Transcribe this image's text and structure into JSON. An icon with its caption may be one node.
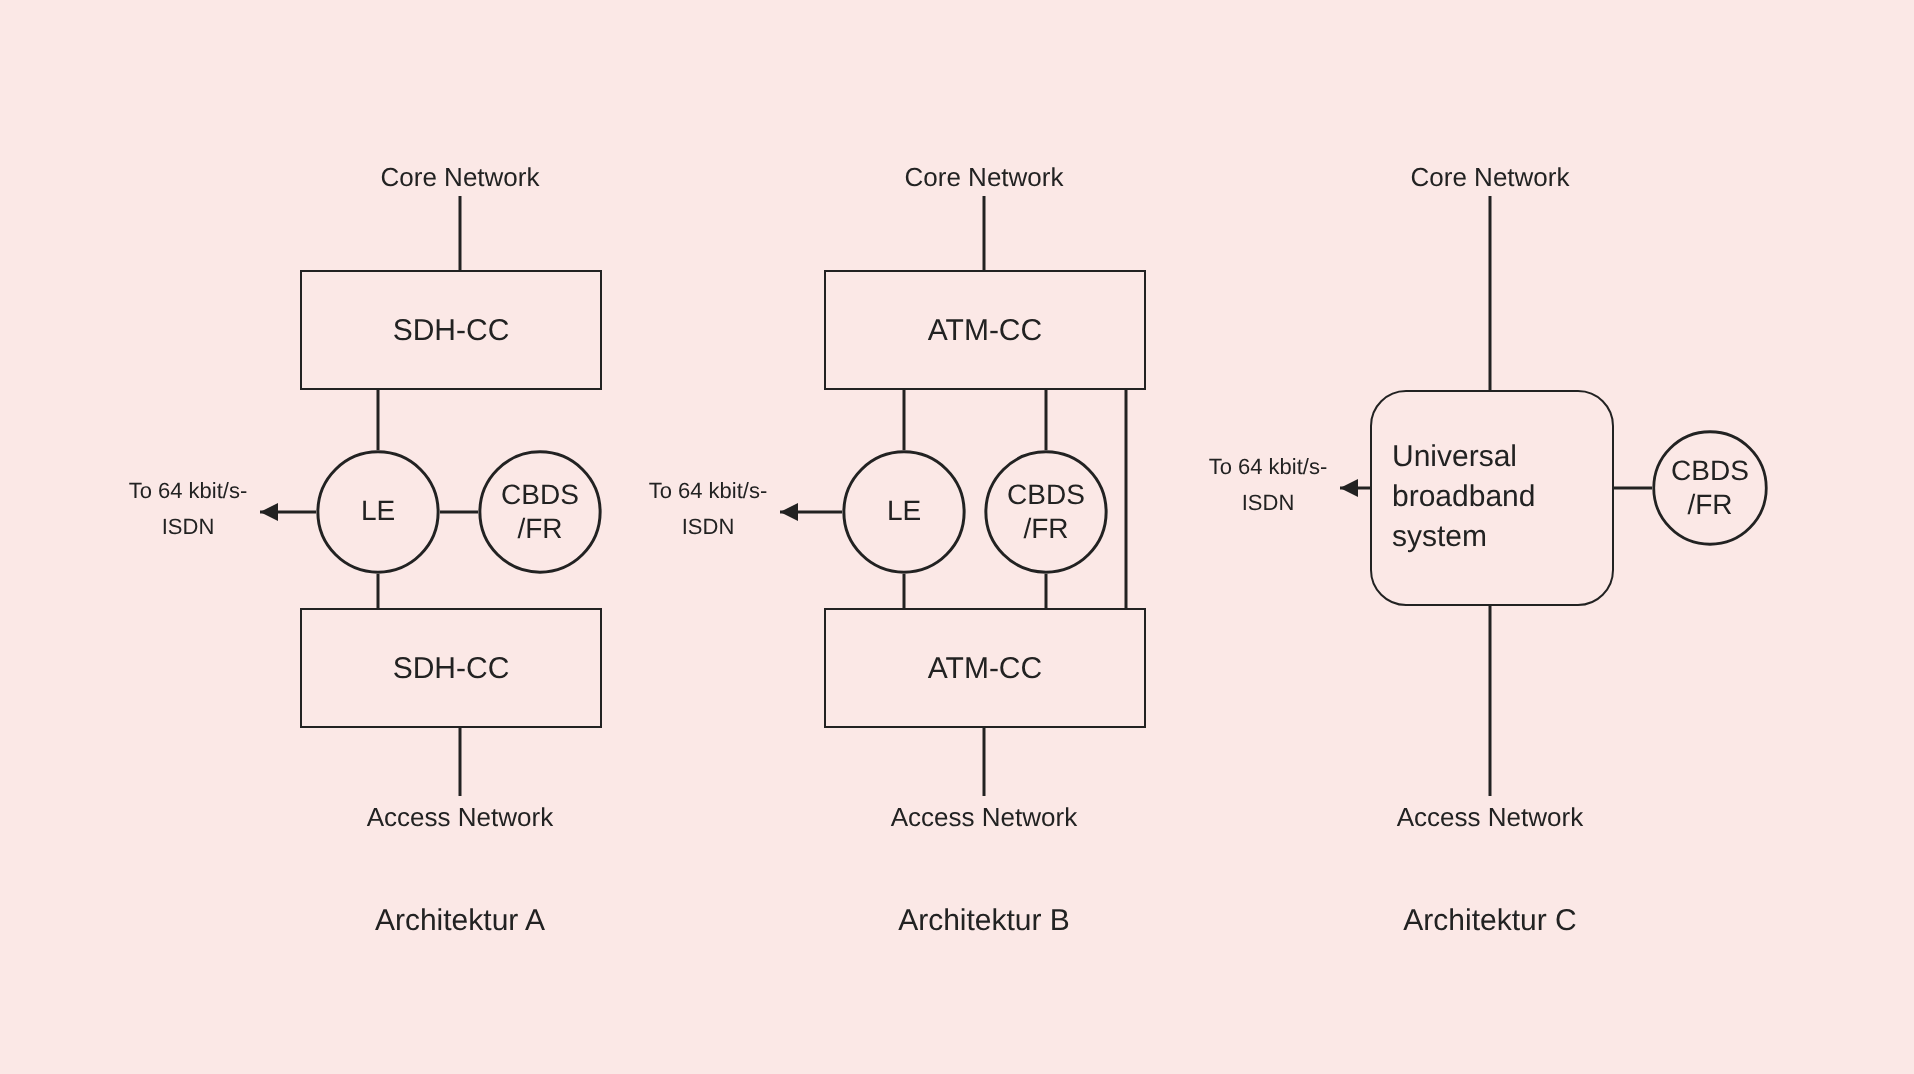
{
  "diagram": {
    "nodes": [
      {
        "text": [
          "Core Network"
        ]
      },
      {
        "text": [
          "SDH-CC"
        ]
      },
      {
        "text": [
          "LE"
        ]
      },
      {
        "text": [
          "CBDS /FR"
        ]
      },
      {
        "text": [
          "SDH-CC"
        ]
      },
      {
        "text": [
          "Access Network"
        ]
      },
      {
        "text": [
          "To 64 kbit/s- ISDN"
        ]
      },
      {
        "text": [
          "Core Network"
        ]
      },
      {
        "text": [
          "ATM-CC"
        ]
      },
      {
        "text": [
          "LE"
        ]
      },
      {
        "text": [
          "CBDS /FR"
        ]
      },
      {
        "text": [
          "ATM-CC"
        ]
      },
      {
        "text": [
          "Access Network"
        ]
      },
      {
        "text": [
          "To 64 kbit/s- ISDN"
        ]
      },
      {
        "text": [
          "Core Network"
        ]
      },
      {
        "text": [
          "Universal broadband system"
        ]
      },
      {
        "text": [
          "CBDS /FR"
        ]
      },
      {
        "text": [
          "Access Network"
        ]
      },
      {
        "text": [
          "To 64 kbit/s- ISDN"
        ]
      }
    ],
    "edges": [
      {
        "from": 0,
        "to": 1,
        "arrow": "none"
      },
      {
        "from": 1,
        "to": 2,
        "arrow": "none"
      },
      {
        "from": 2,
        "to": 3,
        "arrow": "none"
      },
      {
        "from": 2,
        "to": 4,
        "arrow": "none"
      },
      {
        "from": 4,
        "to": 5,
        "arrow": "none"
      },
      {
        "from": 2,
        "to": 6,
        "arrow": "to"
      },
      {
        "from": 7,
        "to": 8,
        "arrow": "none"
      },
      {
        "from": 8,
        "to": 9,
        "arrow": "none"
      },
      {
        "from": 8,
        "to": 10,
        "arrow": "none"
      },
      {
        "from": 8,
        "to": 11,
        "arrow": "none"
      },
      {
        "from": 9,
        "to": 11,
        "arrow": "none"
      },
      {
        "from": 10,
        "to": 11,
        "arrow": "none"
      },
      {
        "from": 11,
        "to": 12,
        "arrow": "none"
      },
      {
        "from": 9,
        "to": 13,
        "arrow": "to"
      },
      {
        "from": 14,
        "to": 15,
        "arrow": "none"
      },
      {
        "from": 15,
        "to": 16,
        "arrow": "none"
      },
      {
        "from": 15,
        "to": 17,
        "arrow": "none"
      },
      {
        "from": 15,
        "to": 18,
        "arrow": "to"
      }
    ],
    "labels": [
      "Architektur A",
      "Architektur B",
      "Architektur C"
    ]
  }
}
